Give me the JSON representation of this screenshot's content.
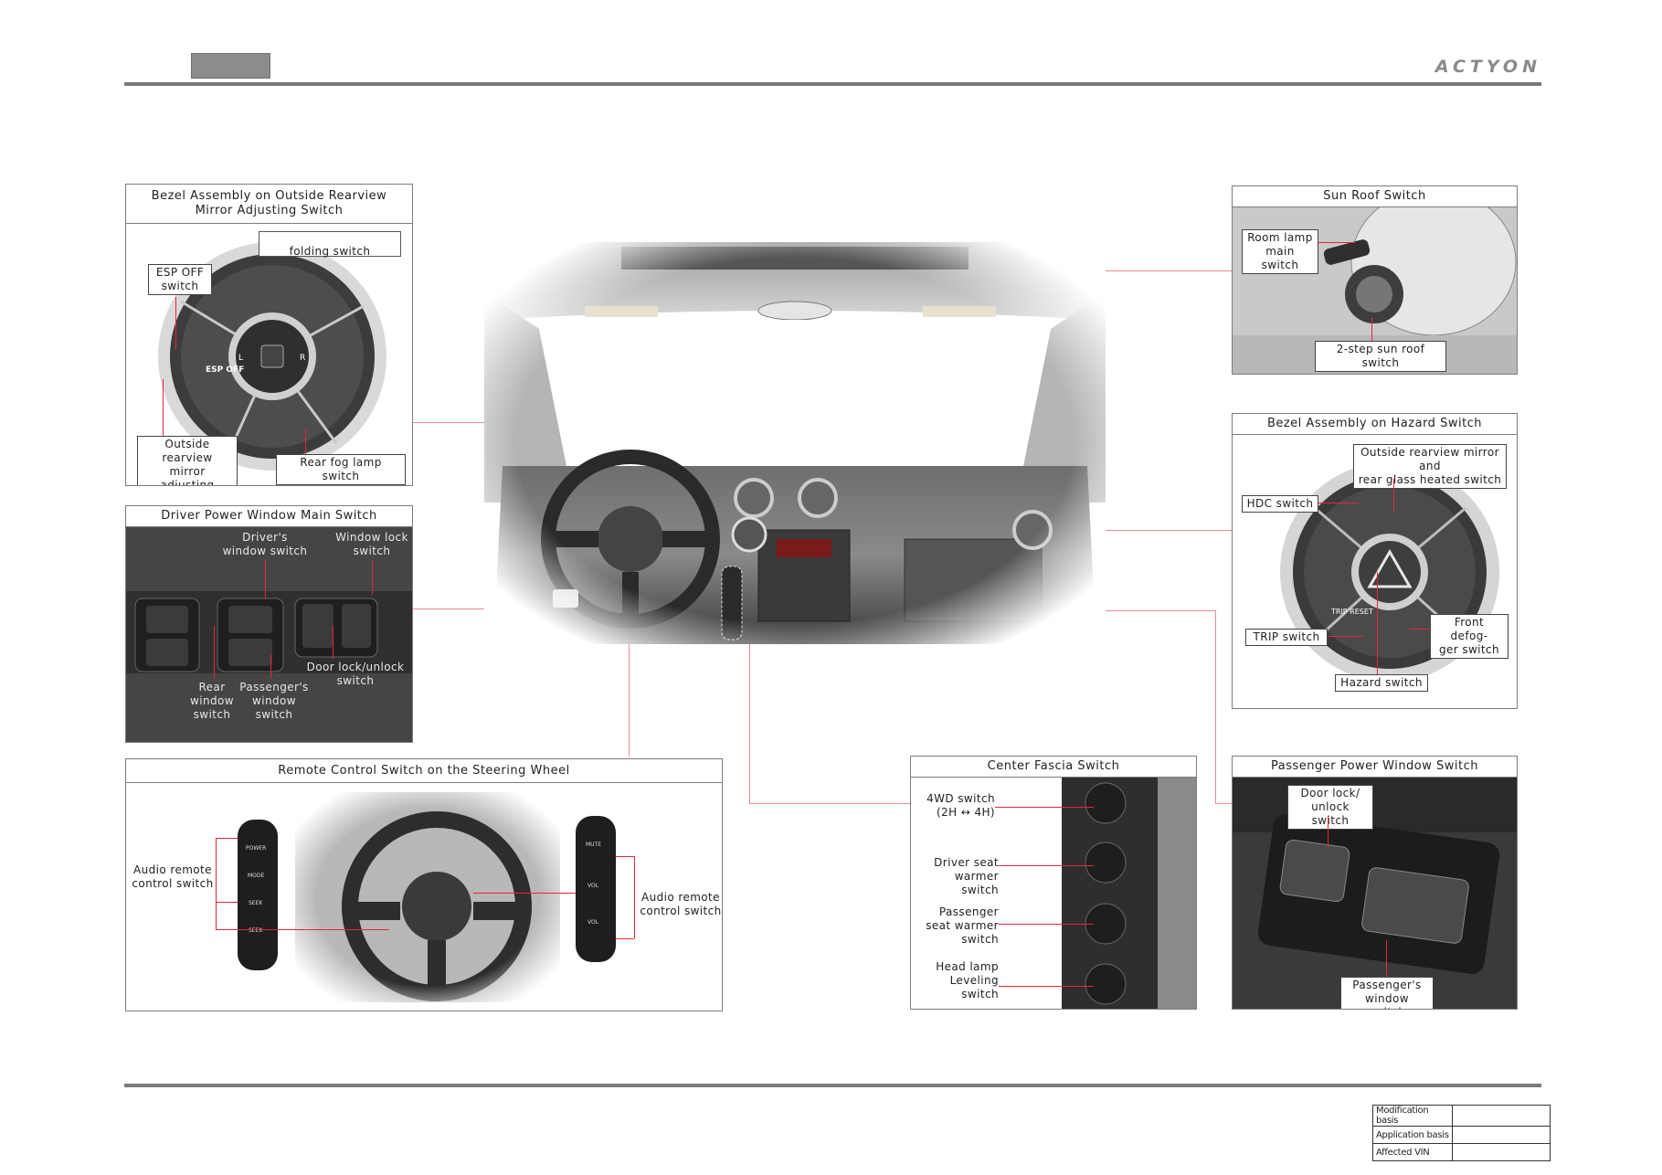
{
  "brand": "ACTYON",
  "panels": {
    "mirror": {
      "title": "Bezel Assembly on Outside Rearview\nMirror Adjusting Switch",
      "labels": {
        "folding": "folding switch",
        "esp_off": "ESP OFF\nswitch",
        "mirror_adjust": "Outside rearview\nmirror adjusting\nswitch",
        "rear_fog": "Rear fog lamp switch",
        "esp_text": "ESP\nOFF",
        "left_arrow": "L",
        "right_arrow": "R"
      }
    },
    "driver_window": {
      "title": "Driver Power Window Main Switch",
      "labels": {
        "drivers_window": "Driver's\nwindow switch",
        "window_lock": "Window lock\nswitch",
        "door_lock": "Door lock/unlock\nswitch",
        "rear_window": "Rear\nwindow\nswitch",
        "passengers_window": "Passenger's\nwindow\nswitch"
      }
    },
    "steering": {
      "title": "Remote Control Switch on the Steering Wheel",
      "labels": {
        "audio_left": "Audio remote\ncontrol switch",
        "audio_right": "Audio remote\ncontrol switch",
        "power": "POWER",
        "mode": "MODE",
        "seek_up": "SEEK",
        "seek_down": "SEEK",
        "mute": "MUTE",
        "vol_up": "VOL",
        "vol_down": "VOL"
      }
    },
    "sunroof": {
      "title": "Sun Roof Switch",
      "labels": {
        "room_lamp": "Room lamp\nmain switch",
        "sunroof_2step": "2-step sun roof switch"
      }
    },
    "hazard": {
      "title": "Bezel Assembly on Hazard Switch",
      "labels": {
        "mirror_heated": "Outside rearview mirror and\nrear glass heated switch",
        "hdc": "HDC switch",
        "trip": "TRIP switch",
        "front_defogger": "Front defog-\nger switch",
        "hazard": "Hazard switch",
        "trip_reset": "TRIP\nRESET"
      }
    },
    "center_fascia": {
      "title": "Center Fascia Switch",
      "labels": {
        "fourwd": "4WD switch\n(2H ↔ 4H)",
        "driver_seat": "Driver seat\nwarmer switch",
        "passenger_seat": "Passenger\nseat warmer\nswitch",
        "headlamp": "Head lamp\nLeveling\nswitch"
      }
    },
    "passenger_window": {
      "title": "Passenger Power Window Switch",
      "labels": {
        "door_lock": "Door lock/\nunlock switch",
        "passengers_window": "Passenger's\nwindow switch"
      }
    }
  },
  "modification_table": [
    {
      "key": "Modification basis",
      "value": ""
    },
    {
      "key": "Application basis",
      "value": ""
    },
    {
      "key": "Affected VIN",
      "value": ""
    }
  ]
}
